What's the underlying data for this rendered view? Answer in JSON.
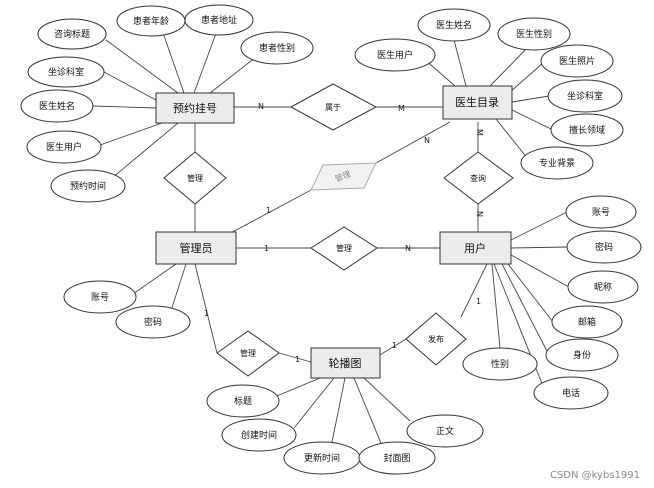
{
  "entities": {
    "appointment": "预约挂号",
    "doctor_list": "医生目录",
    "admin": "管理员",
    "user": "用户",
    "carousel": "轮播图"
  },
  "relationships": {
    "belongs": "属于",
    "manage_appt": "管理",
    "manage_doctor": "管理",
    "query": "查询",
    "manage_user": "管理",
    "manage_carousel": "管理",
    "publish": "发布"
  },
  "attributes": {
    "appointment": [
      "咨询标题",
      "患者年龄",
      "患者地址",
      "患者性别",
      "坐诊科室",
      "医生姓名",
      "医生用户",
      "预约时间"
    ],
    "doctor_list": [
      "医生姓名",
      "医生性别",
      "医生用户",
      "医生照片",
      "坐诊科室",
      "擅长领域",
      "专业背景"
    ],
    "user": [
      "账号",
      "密码",
      "昵称",
      "邮箱",
      "身份",
      "电话",
      "性别"
    ],
    "admin": [
      "账号",
      "密码"
    ],
    "carousel": [
      "标题",
      "正文",
      "创建时间",
      "更新时间",
      "封面图"
    ]
  },
  "cardinalities": {
    "appt_belongs": "N",
    "belongs_doctor": "M",
    "admin_doctor_near_doctor": "N",
    "admin_doctor_near_admin": "1",
    "doctor_query": "M",
    "query_user": "N",
    "admin_user_near_admin": "1",
    "admin_user_near_user": "N",
    "admin_carousel_near_admin": "1",
    "admin_carousel_near_carousel": "1",
    "user_carousel_near_user": "1",
    "user_carousel_near_carousel": "1"
  },
  "watermark": "CSDN @kybs1991"
}
